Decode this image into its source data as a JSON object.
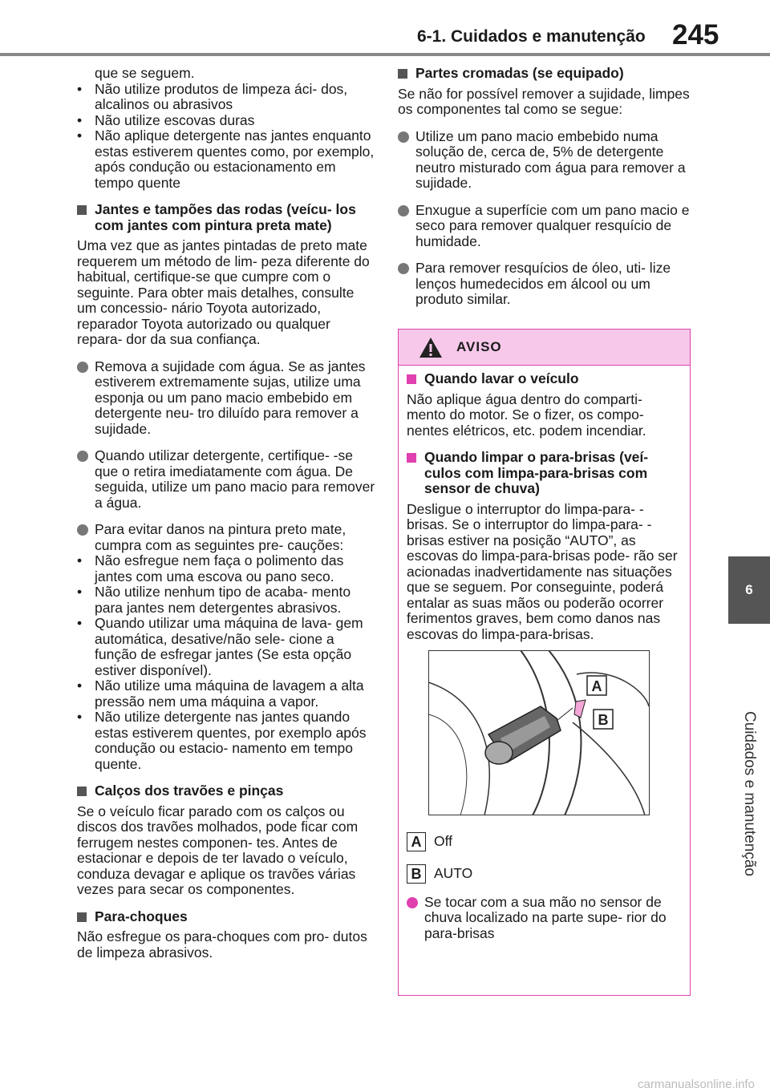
{
  "header": {
    "section_title": "6-1. Cuidados e manutenção",
    "page_number": "245"
  },
  "side_tab": {
    "number": "6",
    "label": "Cuidados e manutenção"
  },
  "left": {
    "cont1": "que se seguem.",
    "bullets1": [
      "Não utilize produtos de limpeza áci- dos, alcalinos ou abrasivos",
      "Não utilize escovas duras",
      "Não aplique detergente nas jantes enquanto estas estiverem quentes como, por exemplo, após condução ou estacionamento em tempo quente"
    ],
    "h1": "Jantes e tampões das rodas (veícu- los com jantes com pintura preta mate)",
    "p1": "Uma vez que as jantes pintadas de preto mate requerem um método de lim- peza diferente do habitual, certifique-se que cumpre com o seguinte. Para obter mais detalhes, consulte um concessio- nário Toyota autorizado, reparador Toyota autorizado ou qualquer repara- dor da sua confiança.",
    "d1": "Remova a sujidade com água. Se as jantes estiverem extremamente sujas, utilize uma esponja ou um pano macio embebido em detergente neu- tro diluído para remover a sujidade.",
    "d2": "Quando utilizar detergente, certifique- -se que o retira imediatamente com água. De seguida, utilize um pano macio para remover a água.",
    "d3": "Para evitar danos na pintura preto mate, cumpra com as seguintes pre- cauções:",
    "bullets2": [
      "Não esfregue nem faça o polimento das jantes com uma escova ou pano seco.",
      "Não utilize nenhum tipo de acaba- mento para jantes nem detergentes abrasivos.",
      "Quando utilizar uma máquina de lava- gem automática, desative/não sele- cione a função de esfregar jantes (Se esta opção estiver disponível).",
      "Não utilize uma máquina de lavagem a alta pressão nem uma máquina a vapor.",
      "Não utilize detergente nas jantes quando estas estiverem quentes, por exemplo após condução ou estacio- namento em tempo quente."
    ],
    "h2": "Calços dos travões e pinças",
    "p2": "Se o veículo ficar parado com os calços ou discos dos travões molhados, pode ficar com ferrugem nestes componen- tes. Antes de estacionar e depois de ter lavado o veículo, conduza devagar e aplique os travões várias vezes para secar os componentes.",
    "h3": "Para-choques",
    "p3": "Não esfregue os para-choques com pro- dutos de limpeza abrasivos."
  },
  "right": {
    "h1": "Partes cromadas (se equipado)",
    "p1": "Se não for possível remover a sujidade, limpes os componentes tal como se segue:",
    "d1": "Utilize um pano macio embebido numa solução de, cerca de, 5% de detergente neutro misturado com água para remover a sujidade.",
    "d2": "Enxugue a superfície com um pano macio e seco para remover qualquer resquício de humidade.",
    "d3": "Para remover resquícios de óleo, uti- lize lenços humedecidos em álcool ou um produto similar."
  },
  "warning": {
    "title": "AVISO",
    "h1": "Quando lavar o veículo",
    "p1": "Não aplique água dentro do comparti- mento do motor. Se o fizer, os compo- nentes elétricos, etc. podem incendiar.",
    "h2": "Quando limpar o para-brisas (veí- culos com limpa-para-brisas com sensor de chuva)",
    "p2": "Desligue o interruptor do limpa-para- -brisas. Se o interruptor do limpa-para- -brisas estiver na posição “AUTO”, as escovas do limpa-para-brisas pode- rão ser acionadas inadvertidamente nas situações que se seguem. Por conseguinte, poderá entalar as suas mãos ou poderão ocorrer ferimentos graves, bem como danos nas escovas do limpa-para-brisas.",
    "callout_a": "A",
    "callout_b": "B",
    "legend_a": "Off",
    "legend_b": "AUTO",
    "d1": "Se tocar com a sua mão no sensor de chuva localizado na parte supe- rior do para-brisas"
  },
  "watermark": "carmanualsonline.info"
}
